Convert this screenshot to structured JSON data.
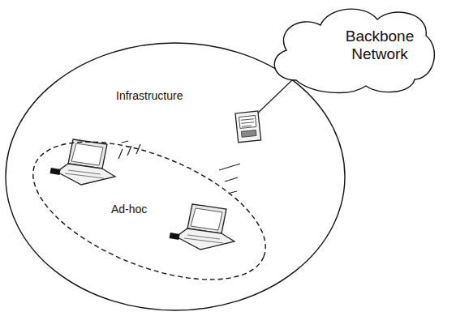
{
  "diagram": {
    "nodes": [
      {
        "text": [
          "Infrastructure"
        ]
      },
      {
        "text": [
          "Ad-hoc"
        ],
        "in": 0
      },
      {
        "text": [
          "Backbone Network"
        ]
      }
    ]
  }
}
